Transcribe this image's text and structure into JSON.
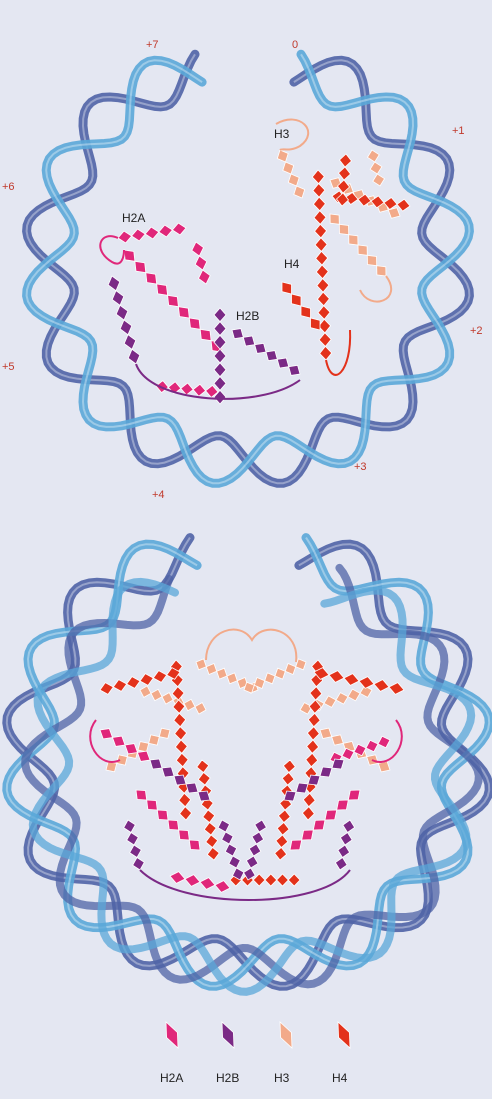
{
  "colors": {
    "background": "#e4e7f2",
    "dna_dark": "#4f63a6",
    "dna_light": "#5aa7d8",
    "H2A": "#e0277a",
    "H2B": "#7b2a86",
    "H3": "#f2aa8a",
    "H4": "#e3321b",
    "tick_label": "#c0392b"
  },
  "top_view": {
    "helix_positions": [
      "+7",
      "0",
      "+1",
      "+6",
      "+2",
      "+5",
      "+3",
      "+4"
    ],
    "histone_labels": [
      "H3",
      "H2A",
      "H4",
      "H2B"
    ]
  },
  "legend": [
    {
      "key": "H2A",
      "label": "H2A",
      "icon": "helix-segment-icon"
    },
    {
      "key": "H2B",
      "label": "H2B",
      "icon": "helix-segment-icon"
    },
    {
      "key": "H3",
      "label": "H3",
      "icon": "helix-segment-icon"
    },
    {
      "key": "H4",
      "label": "H4",
      "icon": "helix-segment-icon"
    }
  ]
}
